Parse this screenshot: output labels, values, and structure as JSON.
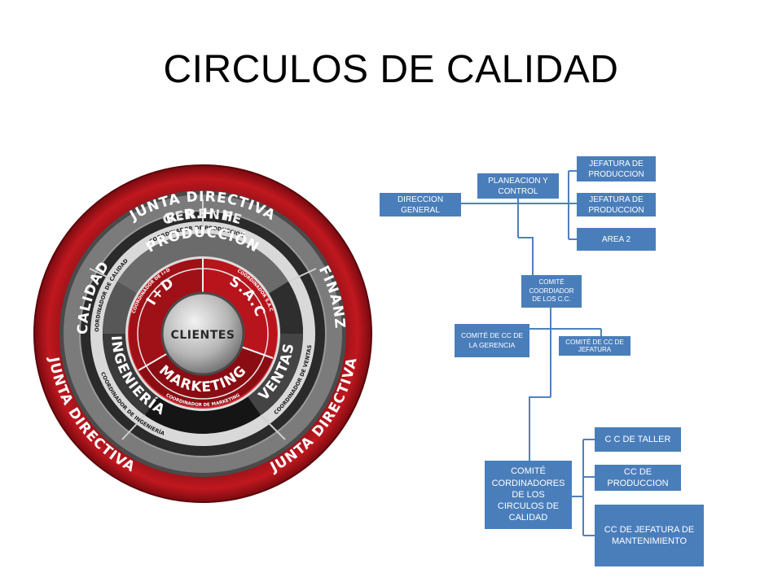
{
  "title": "CIRCULOS DE CALIDAD",
  "colors": {
    "box_fill": "#4a7ebb",
    "connector": "#4f81bd",
    "ring_red": "#b3141c",
    "ring_dark": "#1e1e1e",
    "ring_gray": "#6e6e6e",
    "center_silver": "#c8c8c8"
  },
  "circle": {
    "outer_top": "JUNTA DIRECTIVA",
    "outer_left": "JUNTA DIRECTIVA",
    "outer_right": "JUNTA DIRECTIVA",
    "gerente": "GERENTE",
    "coord_produccion": "COORDINADOR DE PRODUCCIÓN",
    "produccion": "PRODUCCIÓN",
    "finanzas": "FINANZAS",
    "coord_ventas": "COORDINADOR DE VENTAS",
    "ventas": "VENTAS",
    "rrhh": "R.R.H.H.",
    "coord_ingenieria": "COORDINADOR DE INGENIERÍA",
    "ingenieria": "INGENIERÍA",
    "calidad": "CALIDAD",
    "coord_calidad": "COORDINADOR DE CALIDAD",
    "coord_id": "COORDINADOR DE I+D",
    "id": "I+D",
    "coord_sac": "COORDINADOR S.A.C",
    "sac": "S.A.C",
    "coord_marketing": "COORDINADOR DE MARKETING",
    "marketing": "MARKETING",
    "clientes": "CLIENTES"
  },
  "org": {
    "direccion": "DIRECCION GENERAL",
    "planeacion": "PLANEACION Y CONTROL",
    "jefatura1": "JEFATURA  DE PRODUCCION",
    "jefatura2": "JEFATURA   DE PRODUCCION",
    "area2": "AREA 2",
    "comite_coord": "COMITÉ COORDIADOR DE LOS C.C.",
    "cc_gerencia": "COMITÉ DE CC DE LA GERENCIA",
    "cc_jefatura": "COMITÉ DE CC DE JEFATURA",
    "comite_cordinadores": "COMITÉ CORDINADORES DE LOS CIRCULOS DE CALIDAD",
    "cc_taller": "C C  DE TALLER",
    "cc_produccion": "CC DE PRODUCCION",
    "cc_mantenimiento": "CC DE  JEFATURA DE MANTENIMIENTO"
  }
}
